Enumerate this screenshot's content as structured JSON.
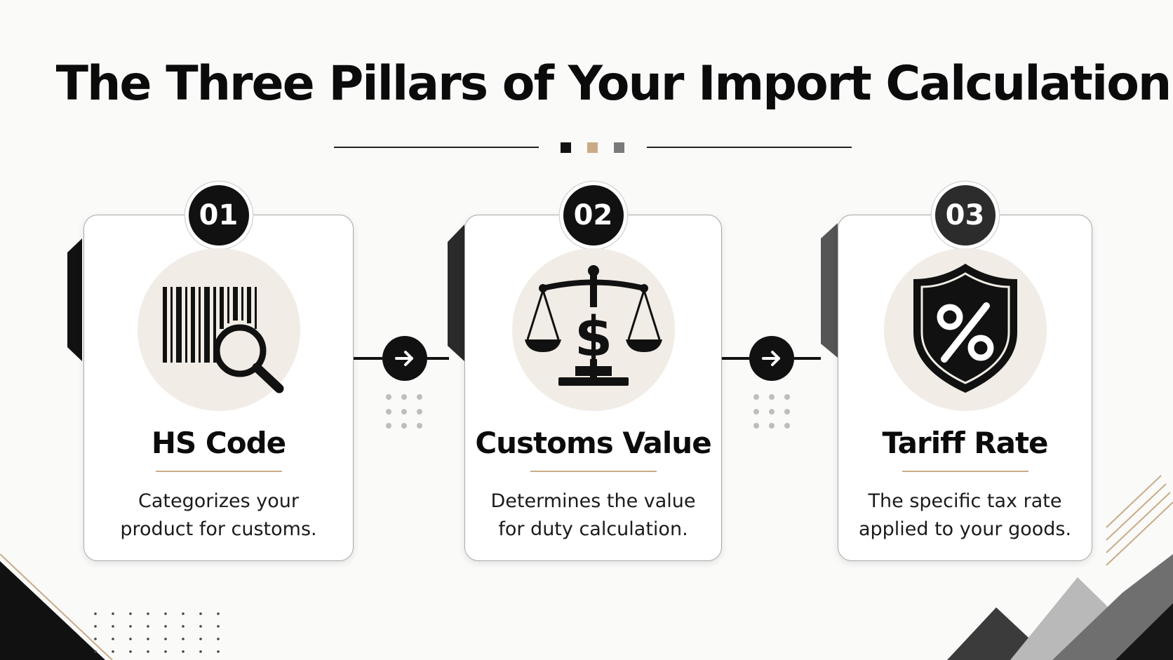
{
  "title": "The Three Pillars of Your Import Calculation",
  "pillars": [
    {
      "number": "01",
      "heading": "HS Code",
      "desc_line1": "Categorizes your",
      "desc_line2": "product for customs.",
      "icon": "barcode-magnifier-icon"
    },
    {
      "number": "02",
      "heading": "Customs Value",
      "desc_line1": "Determines the value",
      "desc_line2": "for duty calculation.",
      "icon": "scales-dollar-icon"
    },
    {
      "number": "03",
      "heading": "Tariff Rate",
      "desc_line1": "The specific tax rate",
      "desc_line2": "applied to your goods.",
      "icon": "shield-percent-icon"
    }
  ],
  "colors": {
    "background": "#fafaf9",
    "ink": "#111111",
    "accent_tan": "#c9ab86",
    "icon_circle": "#f1ece5",
    "grey": "#7a7a7a"
  },
  "connector_icon": "arrow-right-icon"
}
